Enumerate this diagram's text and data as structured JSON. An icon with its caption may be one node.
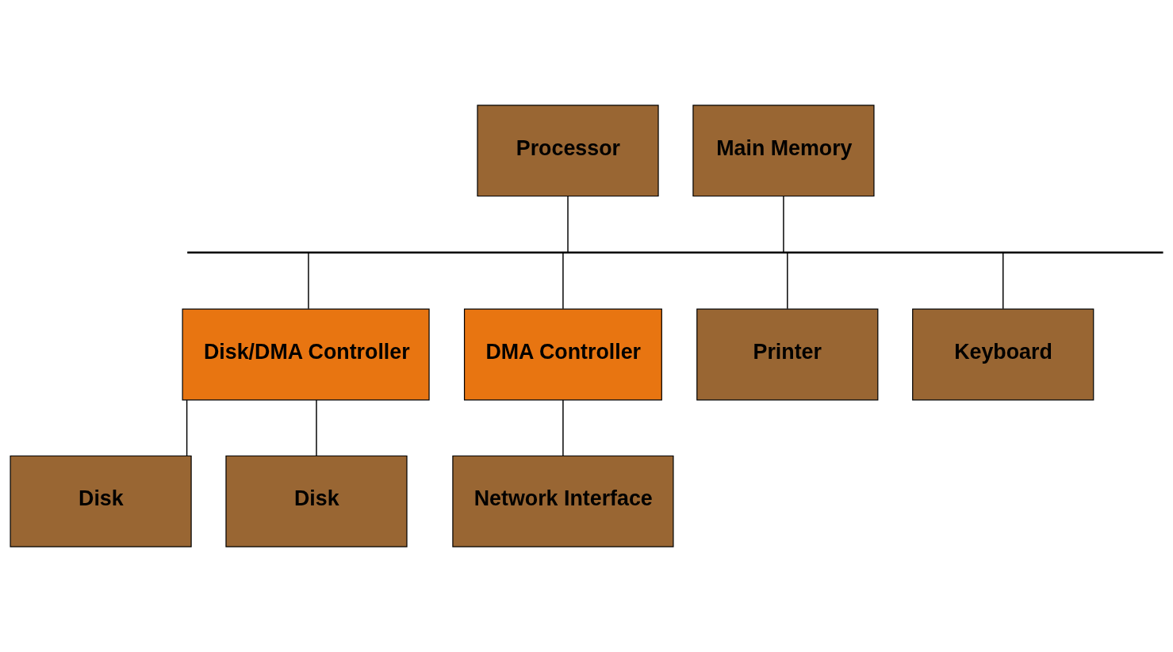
{
  "diagram": {
    "nodes": [
      {
        "text": [
          "Processor"
        ]
      },
      {
        "text": [
          "Main Memory"
        ]
      },
      {
        "text": [],
        "shape": "bar"
      },
      {
        "text": [
          "Disk/DMA Controller"
        ]
      },
      {
        "text": [
          "DMA Controller"
        ]
      },
      {
        "text": [
          "Printer"
        ]
      },
      {
        "text": [
          "Keyboard"
        ]
      },
      {
        "text": [
          "Disk"
        ]
      },
      {
        "text": [
          "Disk"
        ]
      },
      {
        "text": [
          "Network Interface"
        ]
      }
    ],
    "edges": [
      {
        "from": 0,
        "to": 2,
        "arrow": "none"
      },
      {
        "from": 1,
        "to": 2,
        "arrow": "none"
      },
      {
        "from": 2,
        "to": 3,
        "arrow": "none"
      },
      {
        "from": 2,
        "to": 4,
        "arrow": "none"
      },
      {
        "from": 2,
        "to": 5,
        "arrow": "none"
      },
      {
        "from": 2,
        "to": 6,
        "arrow": "none"
      },
      {
        "from": 3,
        "to": 7,
        "arrow": "none"
      },
      {
        "from": 3,
        "to": 8,
        "arrow": "none"
      },
      {
        "from": 4,
        "to": 9,
        "arrow": "none"
      }
    ]
  }
}
